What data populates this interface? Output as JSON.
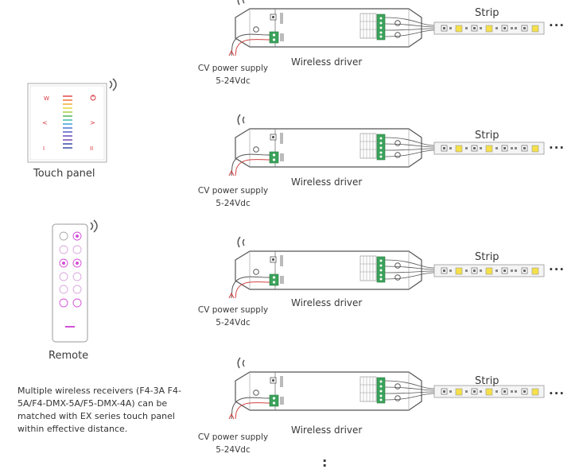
{
  "devices": {
    "touch_panel_label": "Touch panel",
    "remote_label": "Remote",
    "panel_keys": {
      "top_left": "W",
      "left": "<",
      "right": ">",
      "bottom_left": "I",
      "bottom_right": "II"
    }
  },
  "receiver_rows": [
    {
      "supply_line1": "CV power supply",
      "supply_line2": "5-24Vdc",
      "driver_label": "Wireless driver",
      "strip_label": "Strip",
      "continuation": "···"
    },
    {
      "supply_line1": "CV power supply",
      "supply_line2": "5-24Vdc",
      "driver_label": "Wireless driver",
      "strip_label": "Strip",
      "continuation": "···"
    },
    {
      "supply_line1": "CV power supply",
      "supply_line2": "5-24Vdc",
      "driver_label": "Wireless driver",
      "strip_label": "Strip",
      "continuation": "···"
    },
    {
      "supply_line1": "CV power supply",
      "supply_line2": "5-24Vdc",
      "driver_label": "Wireless driver",
      "strip_label": "Strip",
      "continuation": "···"
    }
  ],
  "note": "Multiple wireless receivers (F4-3A F4-5A/F4-DMX-5A/F5-DMX-4A) can be matched with EX series touch panel within effective distance.",
  "more_marker": ":",
  "colors": {
    "line": "#555555",
    "terminal_green": "#3aa35a",
    "strip_fill": "#f4f4f4",
    "led_yellow": "#f5e04a",
    "remote_accent": "#d24fd6",
    "panel_red": "#d8323c"
  }
}
